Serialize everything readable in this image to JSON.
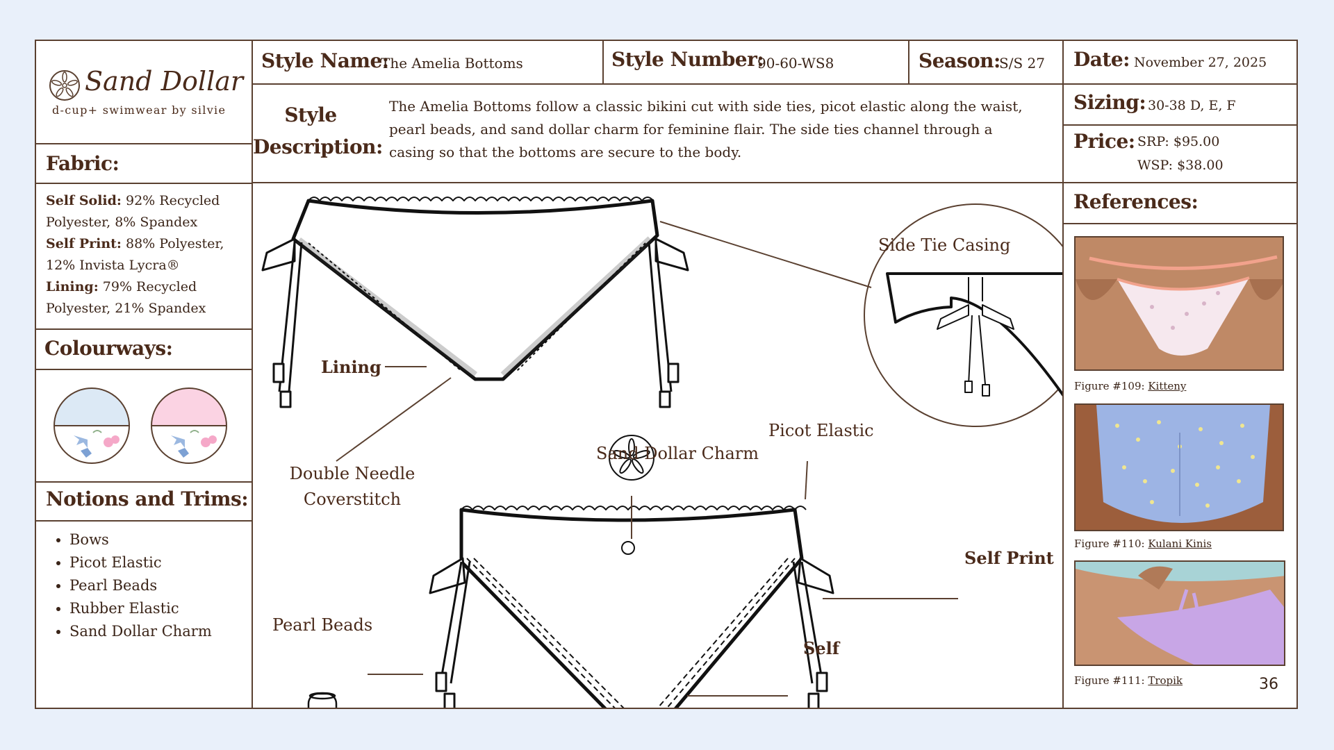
{
  "brand": {
    "name": "Sand Dollar",
    "tagline": "d-cup+ swimwear by silvie"
  },
  "header": {
    "style_name_label": "Style Name:",
    "style_name": "The Amelia Bottoms",
    "style_number_label": "Style Number:",
    "style_number": "90-60-WS8",
    "season_label": "Season:",
    "season": "S/S 27",
    "date_label": "Date:",
    "date": "November 27, 2025"
  },
  "description": {
    "label_line1": "Style",
    "label_line2": "Description:",
    "line1": "The Amelia Bottoms follow a classic bikini cut with side ties, picot elastic along the waist,",
    "line2": "pearl beads, and sand dollar charm for feminine flair. The side ties channel through a",
    "line3": "casing so that the bottoms are secure to the body."
  },
  "sizing": {
    "label": "Sizing:",
    "value": "30-38 D, E, F"
  },
  "price": {
    "label": "Price:",
    "srp": "SRP: $95.00",
    "wsp": "WSP: $38.00"
  },
  "fabric": {
    "label": "Fabric:",
    "self_solid_label": "Self Solid:",
    "self_solid_l1": "92% Recycled",
    "self_solid_l2": "Polyester, 8% Spandex",
    "self_print_label": "Self Print:",
    "self_print_l1": "88% Polyester,",
    "self_print_l2": "12% Invista Lycra®",
    "lining_label": "Lining:",
    "lining_l1": "79% Recycled",
    "lining_l2": "Polyester, 21% Spandex"
  },
  "colourways": {
    "label": "Colourways:",
    "swatch1_color": "#dce9f5",
    "swatch2_color": "#fbd3e3"
  },
  "notions": {
    "label": "Notions and Trims:",
    "items": [
      "Bows",
      "Picot Elastic",
      "Pearl Beads",
      "Rubber Elastic",
      "Sand Dollar Charm"
    ]
  },
  "references": {
    "label": "References:",
    "figures": [
      {
        "prefix": "Figure #109:",
        "link": "Kitteny"
      },
      {
        "prefix": "Figure #110:",
        "link": "Kulani Kinis"
      },
      {
        "prefix": "Figure #111:",
        "link": "Tropik"
      }
    ]
  },
  "callouts": {
    "lining": "Lining",
    "double_needle_l1": "Double Needle",
    "double_needle_l2": "Coverstitch",
    "side_tie_casing": "Side Tie Casing",
    "picot_elastic": "Picot Elastic",
    "sand_dollar_charm": "Sand Dollar Charm",
    "self_print": "Self Print",
    "pearl_beads": "Pearl Beads",
    "self": "Self"
  },
  "page_number": "36"
}
